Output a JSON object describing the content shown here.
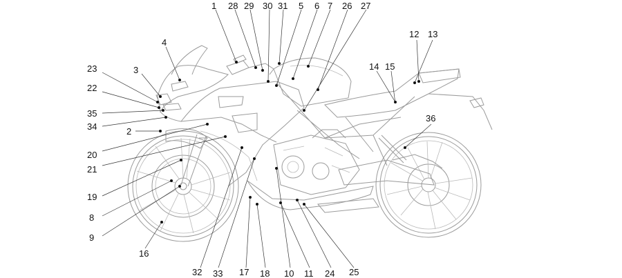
{
  "callouts": [
    {
      "id": "1",
      "label": "1"
    },
    {
      "id": "28",
      "label": "28"
    },
    {
      "id": "29",
      "label": "29"
    },
    {
      "id": "30",
      "label": "30"
    },
    {
      "id": "31",
      "label": "31"
    },
    {
      "id": "5",
      "label": "5"
    },
    {
      "id": "6",
      "label": "6"
    },
    {
      "id": "7",
      "label": "7"
    },
    {
      "id": "26",
      "label": "26"
    },
    {
      "id": "27",
      "label": "27"
    },
    {
      "id": "4",
      "label": "4"
    },
    {
      "id": "23",
      "label": "23"
    },
    {
      "id": "3",
      "label": "3"
    },
    {
      "id": "22",
      "label": "22"
    },
    {
      "id": "35",
      "label": "35"
    },
    {
      "id": "34",
      "label": "34"
    },
    {
      "id": "2",
      "label": "2"
    },
    {
      "id": "20",
      "label": "20"
    },
    {
      "id": "21",
      "label": "21"
    },
    {
      "id": "19",
      "label": "19"
    },
    {
      "id": "8",
      "label": "8"
    },
    {
      "id": "9",
      "label": "9"
    },
    {
      "id": "16",
      "label": "16"
    },
    {
      "id": "32",
      "label": "32"
    },
    {
      "id": "33",
      "label": "33"
    },
    {
      "id": "17",
      "label": "17"
    },
    {
      "id": "18",
      "label": "18"
    },
    {
      "id": "10",
      "label": "10"
    },
    {
      "id": "11",
      "label": "11"
    },
    {
      "id": "24",
      "label": "24"
    },
    {
      "id": "25",
      "label": "25"
    },
    {
      "id": "12",
      "label": "12"
    },
    {
      "id": "13",
      "label": "13"
    },
    {
      "id": "14",
      "label": "14"
    },
    {
      "id": "15",
      "label": "15"
    },
    {
      "id": "36",
      "label": "36"
    }
  ]
}
